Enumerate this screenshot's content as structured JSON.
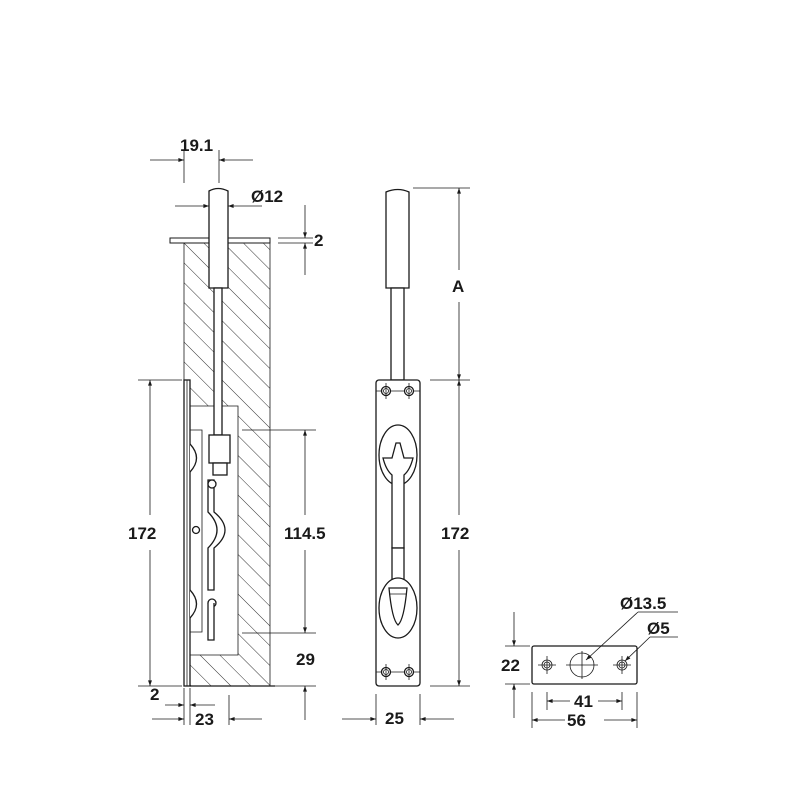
{
  "drawing": {
    "title": "Flush bolt technical drawing",
    "colors": {
      "line": "#1a1a1a",
      "background": "#ffffff",
      "hatch": "#1a1a1a"
    }
  },
  "side_section_view": {
    "dimensions": {
      "bolt_offset": "19.1",
      "bolt_diameter": "Ø12",
      "flange_thickness": "2",
      "body_length": "172",
      "mortise_depth": "114.5",
      "bottom_offset": "29",
      "plate_thickness": "2",
      "body_depth": "23"
    }
  },
  "front_view": {
    "dimensions": {
      "throw_length": "A",
      "plate_length": "172",
      "plate_width": "25"
    }
  },
  "keeper_plate_view": {
    "dimensions": {
      "center_hole_diameter": "Ø13.5",
      "screw_hole_diameter": "Ø5",
      "plate_height": "22",
      "hole_spacing": "41",
      "plate_width": "56"
    }
  }
}
